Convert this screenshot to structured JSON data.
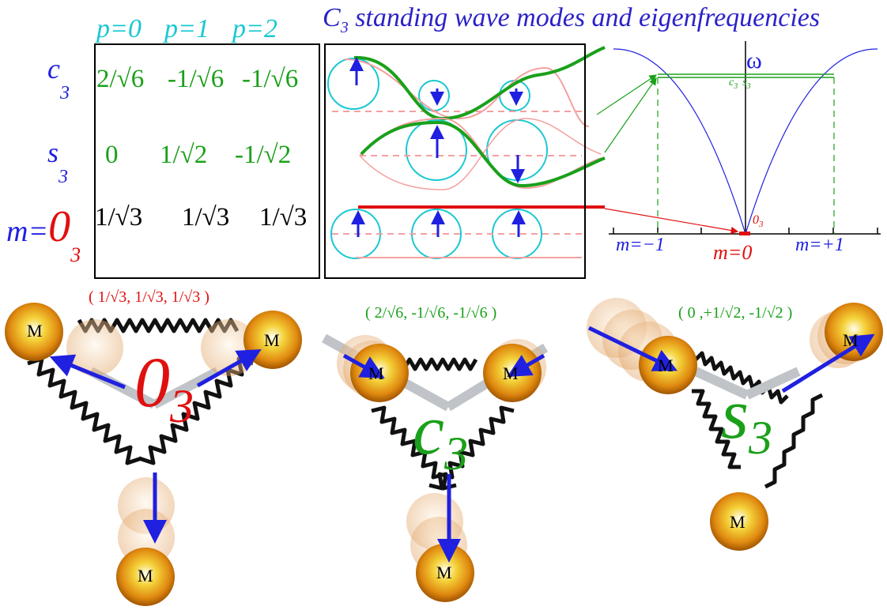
{
  "title": {
    "prefix": "C",
    "sub": "3",
    "rest": " standing wave modes and eigenfrequencies"
  },
  "matrix": {
    "columns": [
      "p=0",
      "p=1",
      "p=2"
    ],
    "rows": [
      {
        "label": "c",
        "sub": "3",
        "cells": [
          "2/√6",
          "-1/√6",
          "-1/√6"
        ]
      },
      {
        "label": "s",
        "sub": "3",
        "cells": [
          "0",
          "1/√2",
          "-1/√2"
        ]
      },
      {
        "label": "m=",
        "big": "0",
        "sub": "3",
        "cells": [
          "1/√3",
          "1/√3",
          "1/√3"
        ]
      }
    ]
  },
  "spectrum": {
    "omega": "ω",
    "level_c": "c",
    "level_c_sub": "3",
    "level_s": "s",
    "level_s_sub": "3",
    "zero_label": "0",
    "zero_sub": "3",
    "m_minus": "m=−1",
    "m_zero": "m=0",
    "m_plus": "m=+1"
  },
  "molecules": [
    {
      "vector": "( 1/√3, 1/√3, 1/√3 )",
      "mode": "0",
      "mode_sub": "3",
      "mass": "M"
    },
    {
      "vector": "( 2/√6, -1/√6, -1/√6 )",
      "mode": "c",
      "mode_sub": "3",
      "mass": "M"
    },
    {
      "vector": "( 0  ,+1/√2, -1/√2 )",
      "mode": "s",
      "mode_sub": "3",
      "mass": "M"
    }
  ],
  "colors": {
    "title": "#2b22c8",
    "cyan": "#19c8d2",
    "green": "#1aa01a",
    "blue": "#2020e0",
    "red": "#e01010",
    "pink": "#f4a0a0",
    "mass_outer": "#c87800",
    "mass_inner": "#fffce0"
  }
}
